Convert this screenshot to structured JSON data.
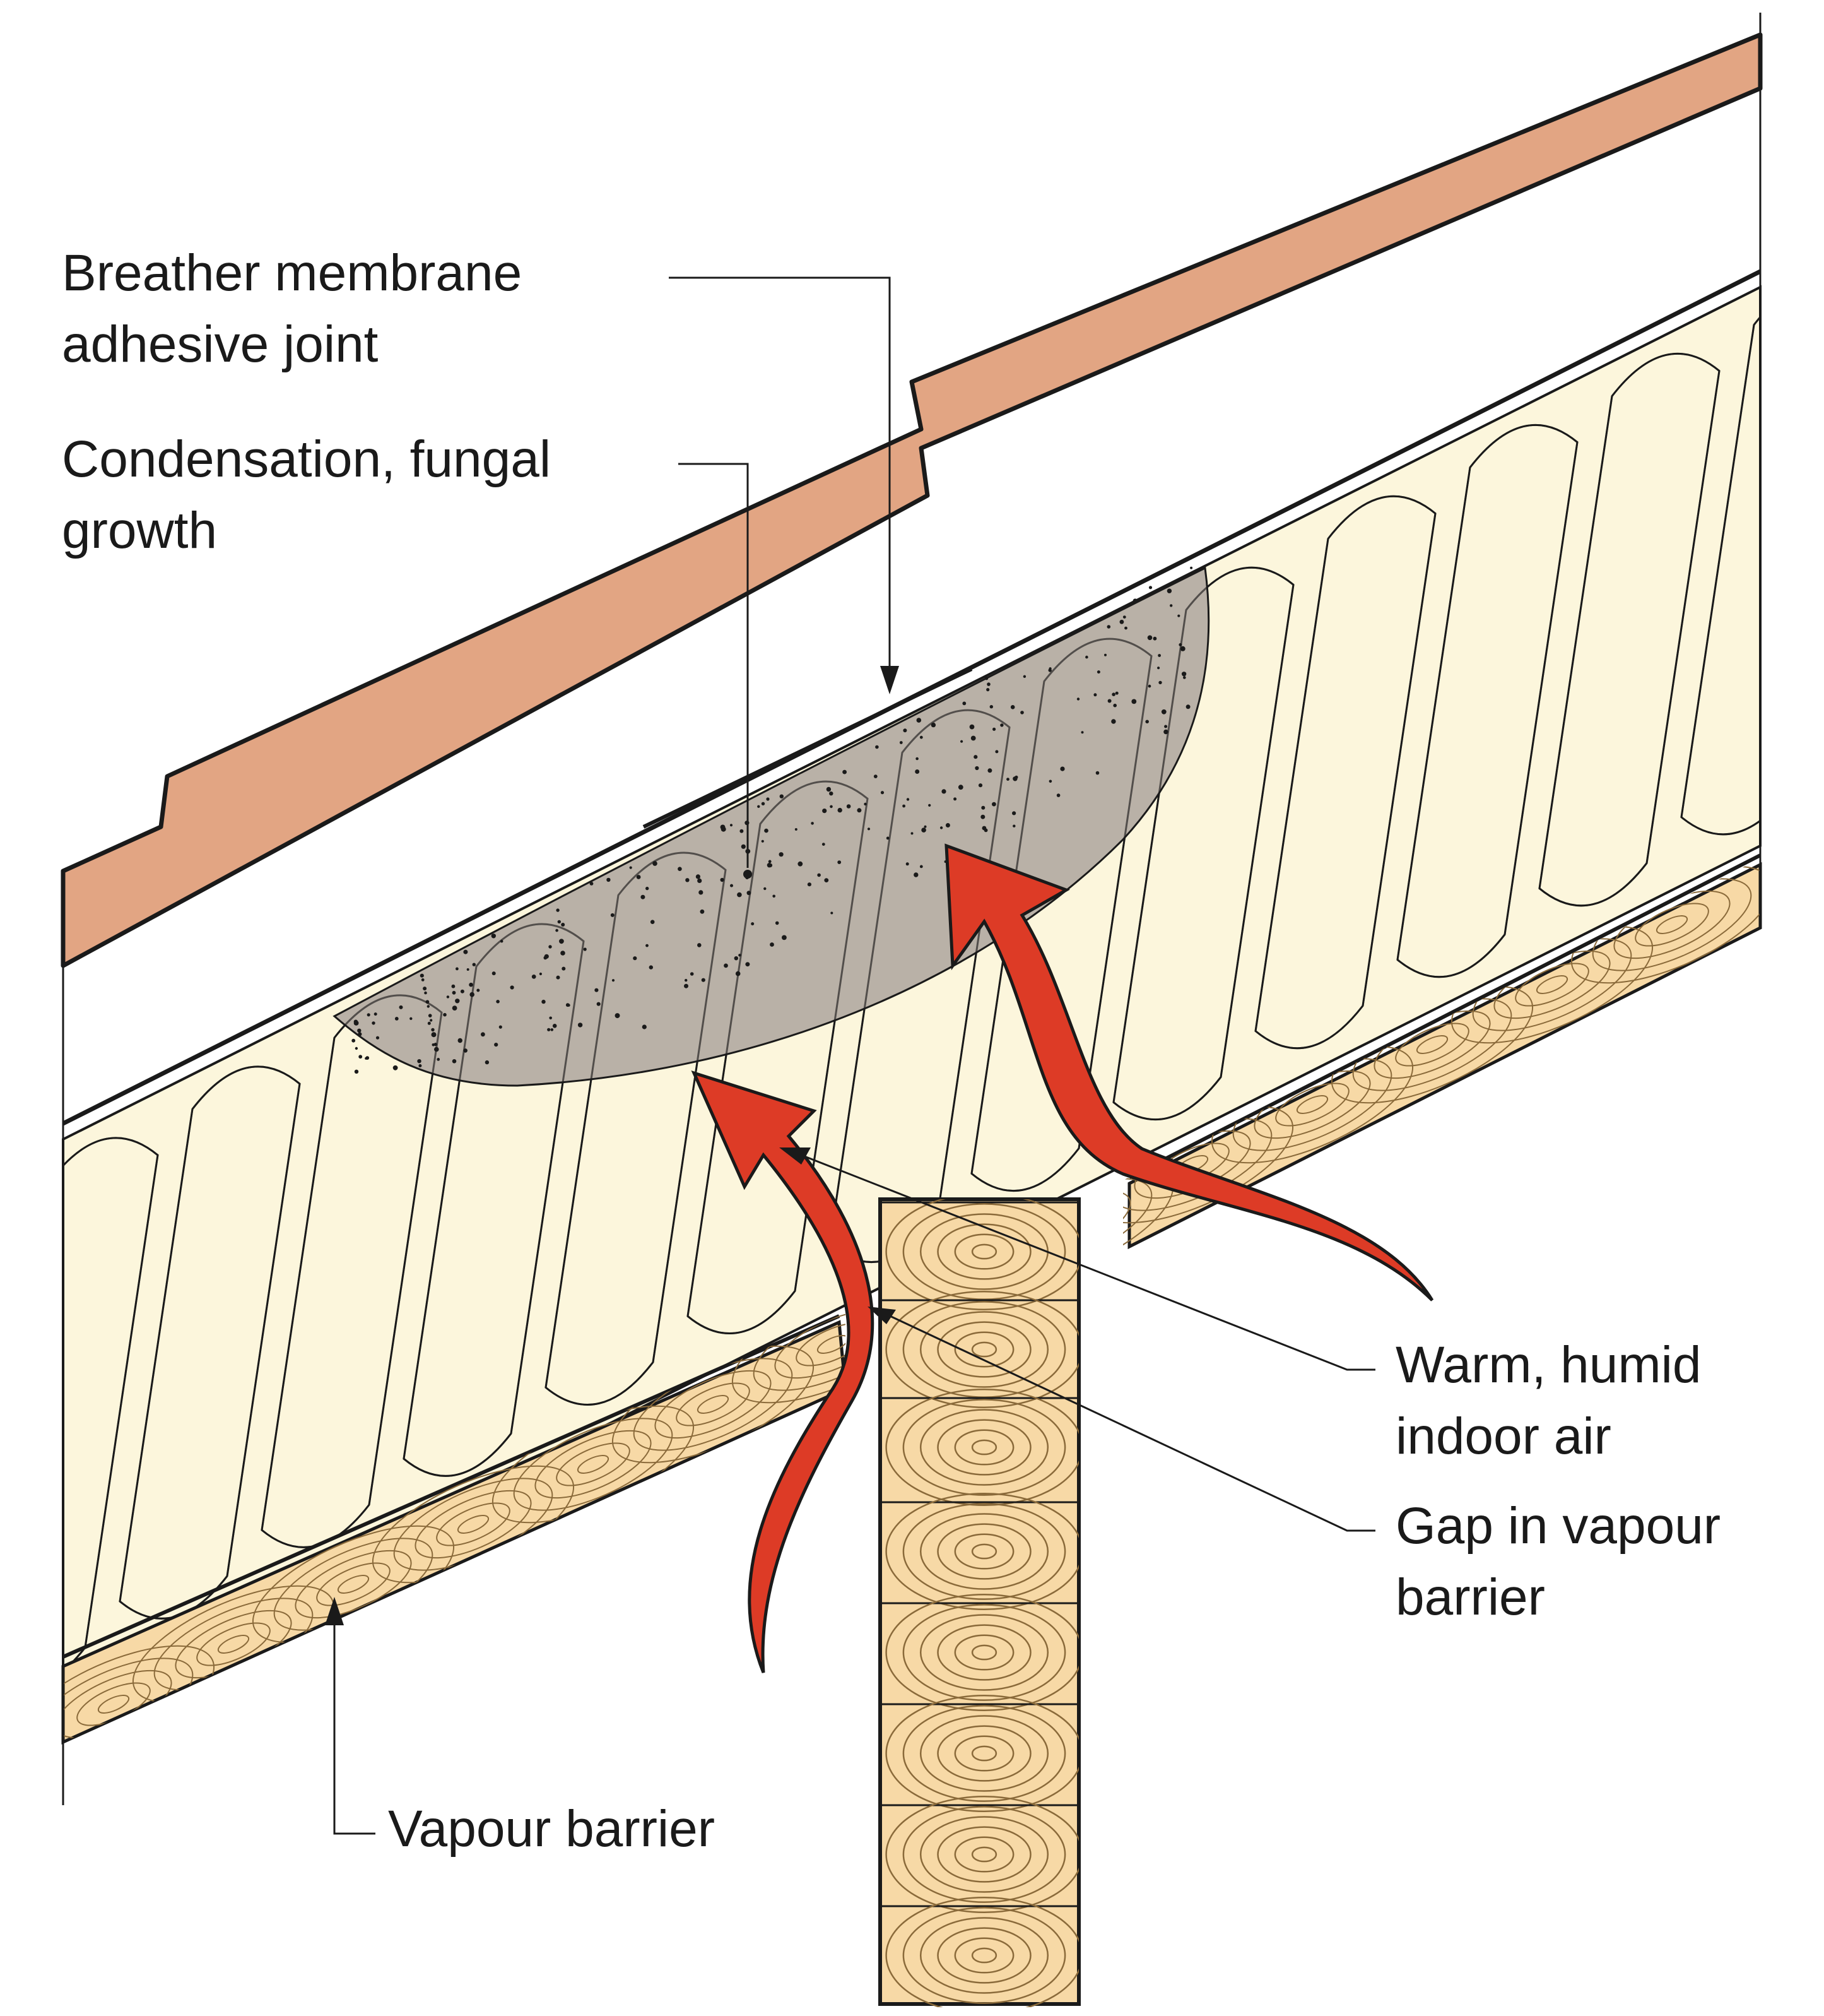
{
  "labels": {
    "breather_line1": "Breather membrane",
    "breather_line2": "adhesive joint",
    "condensation_line1": "Condensation, fungal",
    "condensation_line2": "growth",
    "warm_line1": "Warm, humid",
    "warm_line2": "indoor air",
    "gap_line1": "Gap in vapour",
    "gap_line2": "barrier",
    "vapour_barrier": "Vapour barrier"
  },
  "colors": {
    "roof_cladding": "#E2A583",
    "insulation": "#FCF6DC",
    "condensation": "#B3AAA2",
    "timber": "#F7D9A6",
    "airflow_arrow": "#DD3B26",
    "outline": "#1a1a1a"
  },
  "icons": {
    "airflow": "curved-arrow-icon",
    "leader": "leader-arrowhead"
  }
}
